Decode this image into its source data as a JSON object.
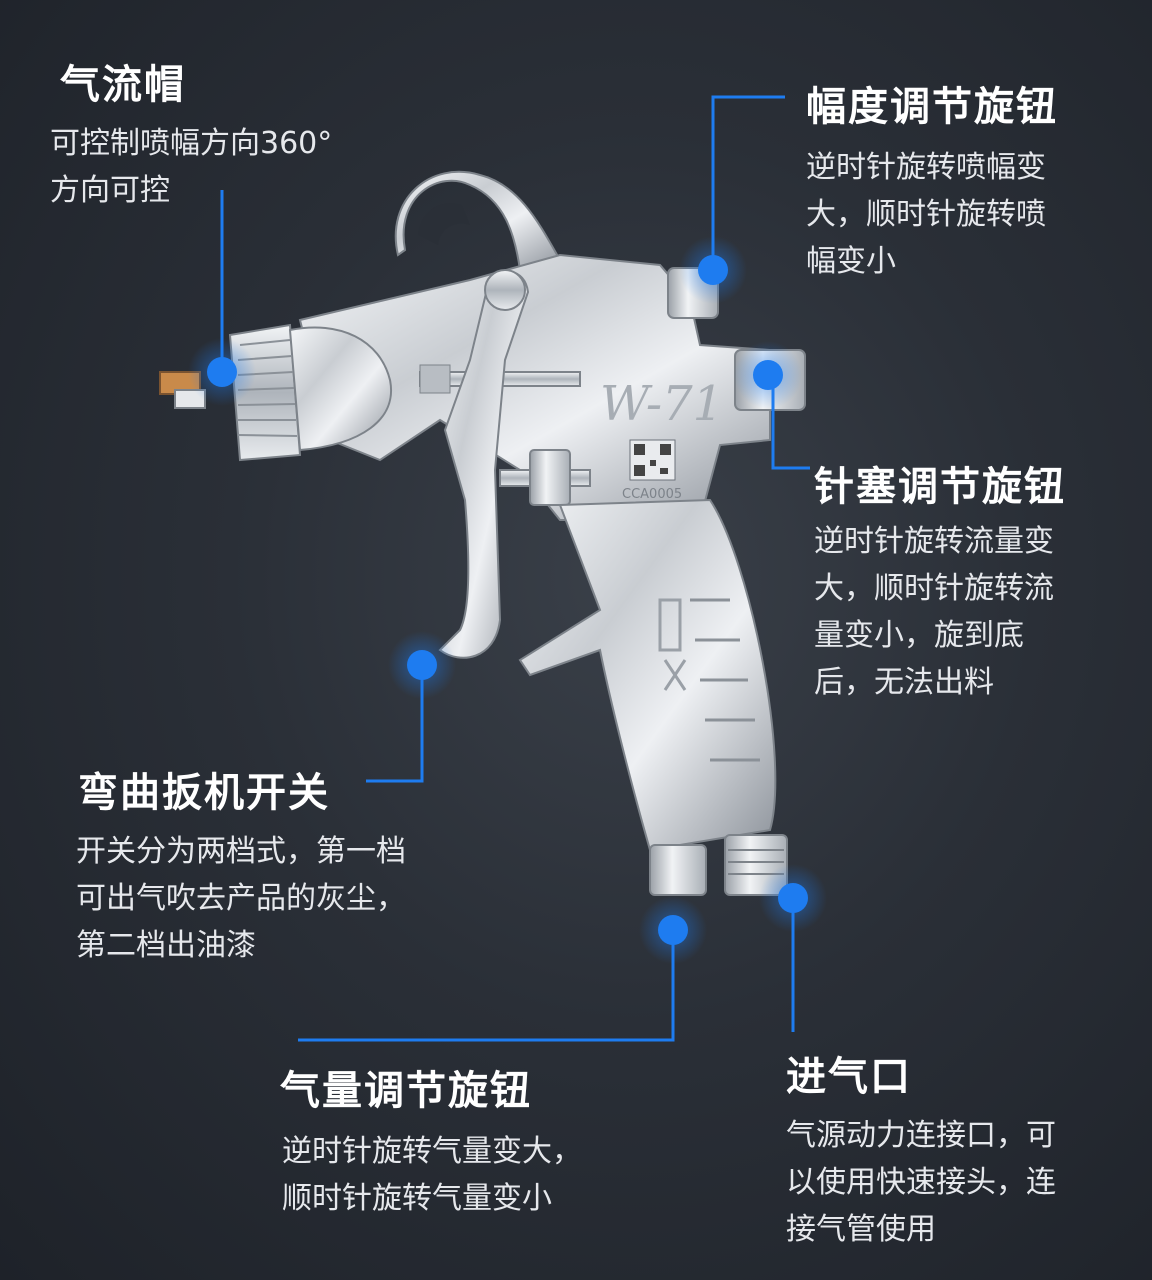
{
  "accent_color": "#1e7cf0",
  "features": {
    "air_cap": {
      "title": "气流帽",
      "lines": [
        "可控制喷幅方向360°",
        "方向可控"
      ]
    },
    "fan_knob": {
      "title": "幅度调节旋钮",
      "lines": [
        "逆时针旋转喷幅变",
        "大，顺时针旋转喷",
        "幅变小"
      ]
    },
    "needle_knob": {
      "title": "针塞调节旋钮",
      "lines": [
        "逆时针旋转流量变",
        "大，顺时针旋转流",
        "量变小，旋到底",
        "后，无法出料"
      ]
    },
    "trigger": {
      "title": "弯曲扳机开关",
      "lines": [
        "开关分为两档式，第一档",
        "可出气吹去产品的灰尘，",
        "第二档出油漆"
      ]
    },
    "air_volume_knob": {
      "title": "气量调节旋钮",
      "lines": [
        "逆时针旋转气量变大，",
        "顺时针旋转气量变小"
      ]
    },
    "air_inlet": {
      "title": "进气口",
      "lines": [
        "气源动力连接口，可",
        "以使用快速接头，连",
        "接气管使用"
      ]
    }
  },
  "product": {
    "model": "W-71",
    "serial": "CCA0005",
    "icons": [
      "spray-gun-illustration",
      "qr-code-icon",
      "brand-logo"
    ]
  }
}
